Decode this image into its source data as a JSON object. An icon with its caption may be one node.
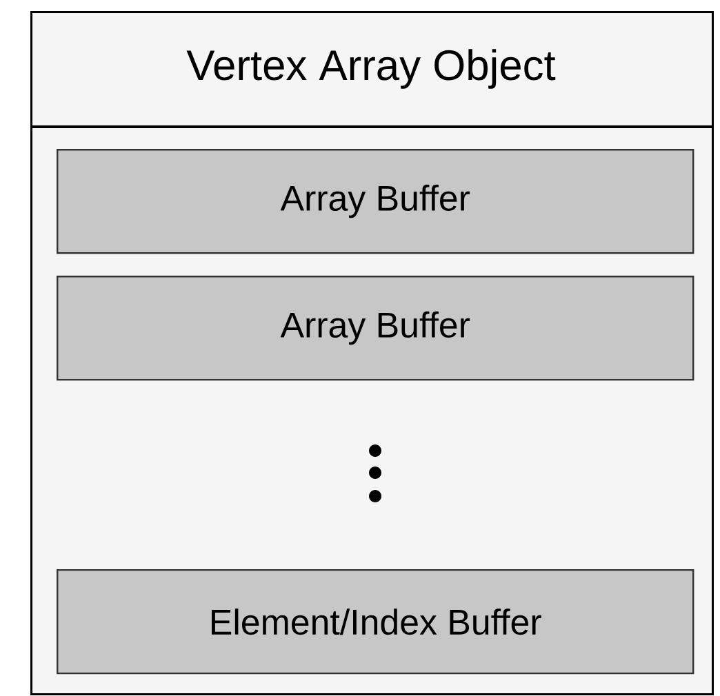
{
  "diagram": {
    "nodes": [
      {
        "text": [
          "Vertex Array Object"
        ]
      },
      {
        "text": [
          "Array Buffer"
        ],
        "in": 0
      },
      {
        "text": [
          "Array Buffer"
        ],
        "in": 0
      },
      {
        "text": [
          "Element/Index Buffer"
        ],
        "in": 0
      }
    ]
  }
}
